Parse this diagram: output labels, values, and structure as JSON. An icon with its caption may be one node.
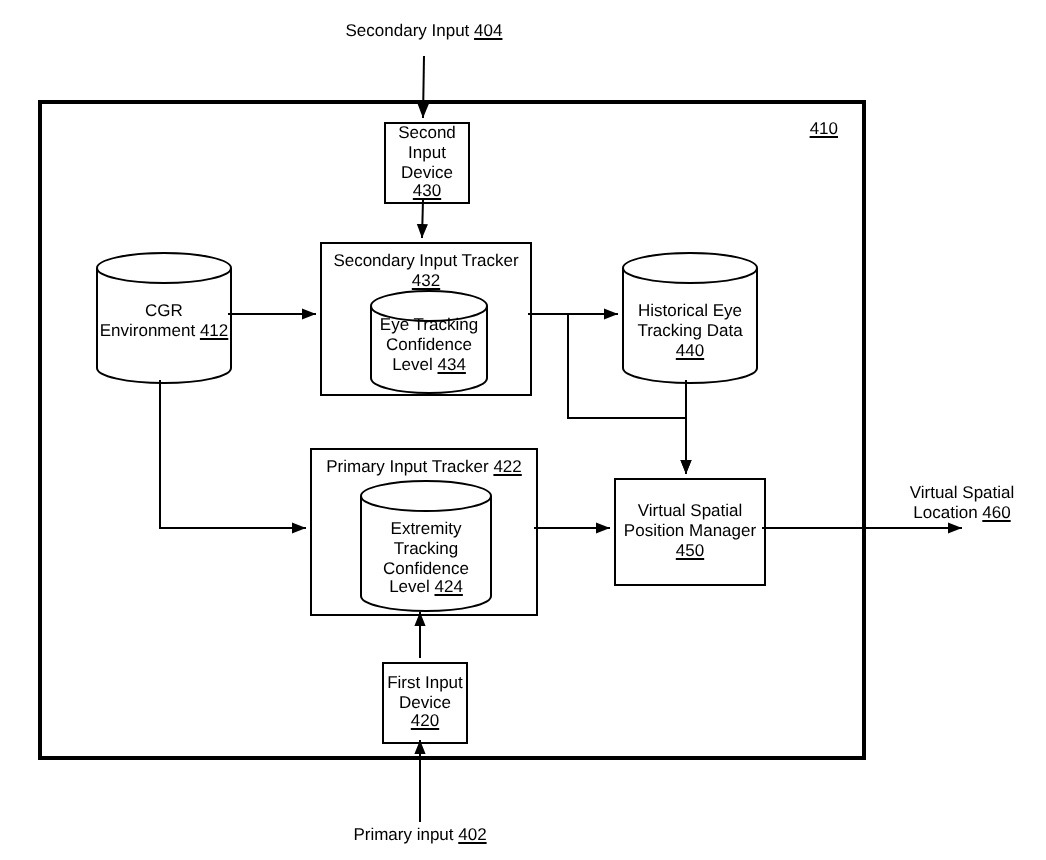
{
  "diagram": {
    "nodes": [
      {
        "text": [
          "410"
        ]
      },
      {
        "text": [
          "Secondary Input 404"
        ]
      },
      {
        "text": [
          "Second Input Device 430"
        ],
        "in": 0
      },
      {
        "text": [
          "Secondary Input Tracker 432"
        ],
        "in": 0
      },
      {
        "text": [
          "Eye Tracking Confidence Level 434"
        ],
        "in": 3
      },
      {
        "text": [
          "CGR Environment 412"
        ],
        "in": 0
      },
      {
        "text": [
          "Historical Eye Tracking Data 440"
        ],
        "in": 0
      },
      {
        "text": [
          "Primary Input Tracker 422"
        ],
        "in": 0
      },
      {
        "text": [
          "Extremity Tracking Confidence Level 424"
        ],
        "in": 7
      },
      {
        "text": [
          "Virtual Spatial Position Manager 450"
        ],
        "in": 0
      },
      {
        "text": [
          "First Input Device 420"
        ],
        "in": 0
      },
      {
        "text": [
          "Primary input 402"
        ]
      },
      {
        "text": [
          "Virtual Spatial Location 460"
        ]
      }
    ],
    "edges": [
      {
        "from": 1,
        "to": 2,
        "arrow": "to"
      },
      {
        "from": 2,
        "to": 3,
        "arrow": "to"
      },
      {
        "from": 5,
        "to": 3,
        "arrow": "to"
      },
      {
        "from": 3,
        "to": 6,
        "arrow": "to"
      },
      {
        "from": 3,
        "to": 9,
        "arrow": "to"
      },
      {
        "from": 6,
        "to": 9,
        "arrow": "to"
      },
      {
        "from": 5,
        "to": 7,
        "arrow": "to"
      },
      {
        "from": 7,
        "to": 9,
        "arrow": "to"
      },
      {
        "from": 9,
        "to": 12,
        "arrow": "to"
      },
      {
        "from": 10,
        "to": 7,
        "arrow": "to"
      },
      {
        "from": 11,
        "to": 10,
        "arrow": "to"
      }
    ]
  }
}
